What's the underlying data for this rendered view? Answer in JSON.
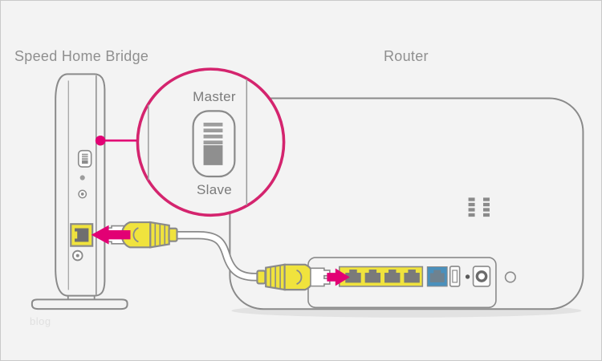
{
  "labels": {
    "left_device": "Speed Home Bridge",
    "right_device": "Router",
    "switch_top": "Master",
    "switch_bottom": "Slave",
    "watermark": "blog"
  },
  "colors": {
    "magenta": "#e20074",
    "ring_magenta": "#d4246e",
    "cable_yellow": "#f0e33d",
    "wan_blue": "#4a90bc",
    "outline_gray": "#8a8a8a",
    "background": "#f3f3f3"
  },
  "router_back_panel": {
    "lan_port_count": 4,
    "port_icons": [
      "lan-port",
      "lan-port",
      "lan-port",
      "lan-port",
      "wan-port",
      "usb-port",
      "reset-hole",
      "power-jack"
    ],
    "side_button_count": 1
  },
  "bridge_side_panel": {
    "mode_switch_positions": [
      "Master",
      "Slave"
    ],
    "round_button_count": 2,
    "lan_port_count": 1,
    "power_connector_count": 1
  },
  "connection": {
    "cable_icon": "yellow-ethernet-cable",
    "arrow_icons": [
      "plug-arrow-into-bridge",
      "plug-arrow-into-router"
    ]
  }
}
